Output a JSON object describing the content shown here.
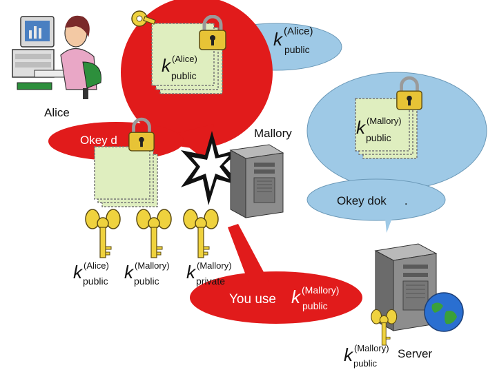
{
  "labels": {
    "alice": "Alice",
    "mallory": "Mallory",
    "server": "Server",
    "okey_left": "Okey d",
    "okey_right": "Okey dok",
    "okey_right_tail": ".",
    "you_use": "You use"
  },
  "keys": {
    "k_top_bubble": {
      "base": "k",
      "sup": "(Alice)",
      "sub": "public"
    },
    "k_doc_red": {
      "base": "k",
      "sup": "(Alice)",
      "sub": "public"
    },
    "k_doc_blue": {
      "base": "k",
      "sup": "(Mallory)",
      "sub": "public"
    },
    "k_key1": {
      "base": "k",
      "sup": "(Alice)",
      "sub": "public"
    },
    "k_key2": {
      "base": "k",
      "sup": "(Mallory)",
      "sub": "public"
    },
    "k_key3": {
      "base": "k",
      "sup": "(Mallory)",
      "sub": "private"
    },
    "k_you_use": {
      "base": "k",
      "sup": "(Mallory)",
      "sub": "public"
    },
    "k_server": {
      "base": "k",
      "sup": "(Mallory)",
      "sub": "public"
    }
  },
  "colors": {
    "bubble_red": "#e11b1b",
    "bubble_blue": "#9ec9e6",
    "doc_fill": "#dfeebf",
    "lock_gold": "#e7c336",
    "key_gold": "#efd23e",
    "server_gray": "#8d8d8d"
  }
}
